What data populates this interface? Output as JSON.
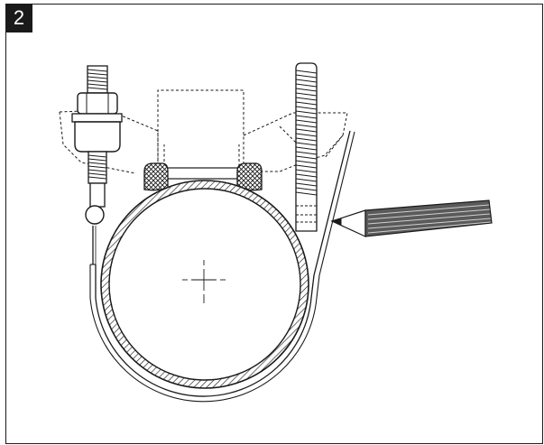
{
  "step": {
    "number": "2"
  },
  "figure": {
    "icons": [
      "clamp-diagram",
      "pipe-cross-section",
      "threaded-stud-icon",
      "wire-tape-icon",
      "pencil-icon"
    ],
    "colors": {
      "line": "#1a1a1a",
      "badge_bg": "#1a1a1a",
      "badge_text": "#ffffff",
      "pencil": "#5a5a5a"
    }
  }
}
